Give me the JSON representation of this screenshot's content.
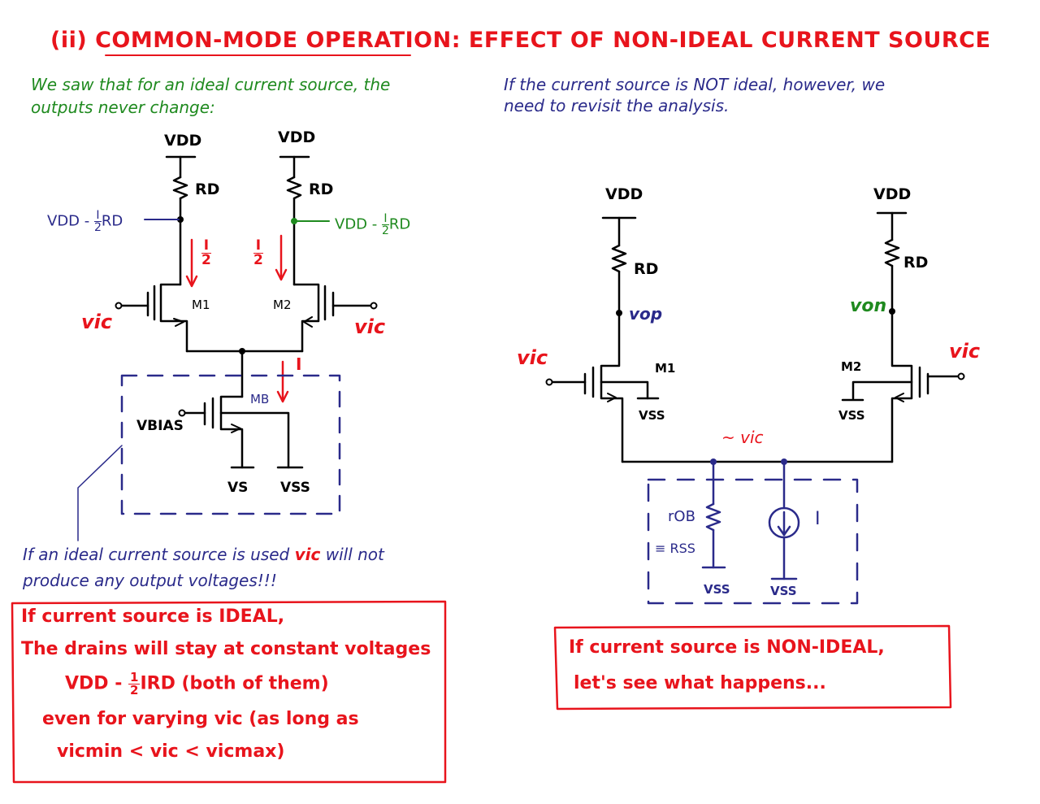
{
  "title": "(ii) COMMON-MODE OPERATION: EFFECT OF NON-IDEAL CURRENT SOURCE",
  "left_note": [
    "We saw that for an ideal current source, the",
    "outputs never change:"
  ],
  "right_note": [
    "If the current source is NOT ideal, however, we",
    "need to revisit the analysis."
  ],
  "left_circuit": {
    "vdd1": "VDD",
    "vdd2": "VDD",
    "rd1": "RD",
    "rd2": "RD",
    "vout_left_a": "VDD - ",
    "vout_left_frac_num": "I",
    "vout_left_frac_den": "2",
    "vout_left_b": "RD",
    "vout_right_a": "VDD - ",
    "vout_right_frac_num": "I",
    "vout_right_frac_den": "2",
    "vout_right_b": "RD",
    "i_half_num": "I",
    "i_half_den": "2",
    "m1": "M1",
    "m2": "M2",
    "vic_left": "vic",
    "vic_right": "vic",
    "i_tail": "I",
    "mb": "MB",
    "vbias": "VBIAS",
    "vs": "VS",
    "vss": "VSS"
  },
  "left_bottom_note": [
    "If an ideal current source is used",
    "vic",
    "will not",
    "produce any output voltages!!!"
  ],
  "left_box": {
    "line1": "If current source is IDEAL,",
    "line2": "The drains will stay at constant voltages",
    "line3_a": "VDD - ",
    "line3_num": "1",
    "line3_den": "2",
    "line3_b": "IRD (both of them)",
    "line4": "even for varying vic (as long as",
    "line5": "vicmin  <  vic  <  vicmax)"
  },
  "right_circuit": {
    "vdd1": "VDD",
    "vdd2": "VDD",
    "rd1": "RD",
    "rd2": "RD",
    "vop": "vop",
    "von": "von",
    "vic_left": "vic",
    "vic_right": "vic",
    "m1": "M1",
    "m2": "M2",
    "vss1": "VSS",
    "vss2": "VSS",
    "node": "~ vic",
    "rob": "rOB",
    "rss": "≡ RSS",
    "i_src": "I",
    "vss3": "VSS",
    "vss4": "VSS"
  },
  "right_box": {
    "line1": "If current source is NON-IDEAL,",
    "line2": "let's see what happens..."
  },
  "colors": {
    "red": "#e8141c",
    "blue": "#2a2a8a",
    "green": "#1f8a1f",
    "black": "#000000"
  }
}
